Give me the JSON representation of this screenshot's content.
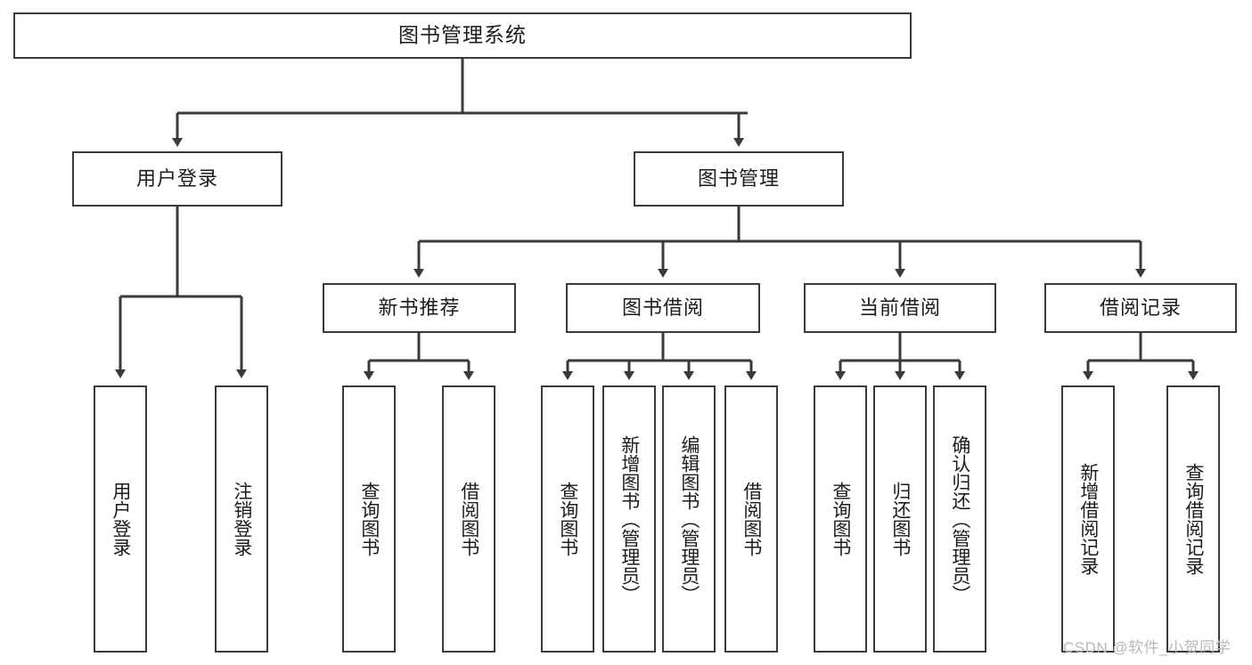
{
  "diagram": {
    "title": "图书管理系统",
    "type": "tree-hierarchy-diagram",
    "watermark": "CSDN @软件_小贺同学",
    "colors": {
      "box_border": "#3a3a3a",
      "connector": "#3a3a3a",
      "background": "#ffffff",
      "text": "#1c1c1c",
      "watermark": "#b9b9b9"
    },
    "root": {
      "label": "图书管理系统"
    },
    "level2": [
      {
        "id": "user-login",
        "label": "用户登录"
      },
      {
        "id": "book-management",
        "label": "图书管理"
      }
    ],
    "level3": [
      {
        "id": "new-book-recommend",
        "label": "新书推荐",
        "parent": "book-management"
      },
      {
        "id": "book-borrow",
        "label": "图书借阅",
        "parent": "book-management"
      },
      {
        "id": "current-borrow",
        "label": "当前借阅",
        "parent": "book-management"
      },
      {
        "id": "borrow-record",
        "label": "借阅记录",
        "parent": "book-management"
      }
    ],
    "leaves": [
      {
        "id": "leaf-user-login",
        "label": "用户登录",
        "parent": "user-login"
      },
      {
        "id": "leaf-logout-login",
        "label": "注销登录",
        "parent": "user-login"
      },
      {
        "id": "leaf-query-book-1",
        "label": "查询图书",
        "parent": "new-book-recommend"
      },
      {
        "id": "leaf-borrow-book-1",
        "label": "借阅图书",
        "parent": "new-book-recommend"
      },
      {
        "id": "leaf-query-book-2",
        "label": "查询图书",
        "parent": "book-borrow"
      },
      {
        "id": "leaf-add-book",
        "label": "新增图书（管理员）",
        "parent": "book-borrow"
      },
      {
        "id": "leaf-edit-book",
        "label": "编辑图书（管理员）",
        "parent": "book-borrow"
      },
      {
        "id": "leaf-borrow-book-2",
        "label": "借阅图书",
        "parent": "book-borrow"
      },
      {
        "id": "leaf-query-book-3",
        "label": "查询图书",
        "parent": "current-borrow"
      },
      {
        "id": "leaf-return-book",
        "label": "归还图书",
        "parent": "current-borrow"
      },
      {
        "id": "leaf-confirm-return",
        "label": "确认归还（管理员）",
        "parent": "current-borrow"
      },
      {
        "id": "leaf-add-record",
        "label": "新增借阅记录",
        "parent": "borrow-record"
      },
      {
        "id": "leaf-query-record",
        "label": "查询借阅记录",
        "parent": "borrow-record"
      }
    ]
  }
}
